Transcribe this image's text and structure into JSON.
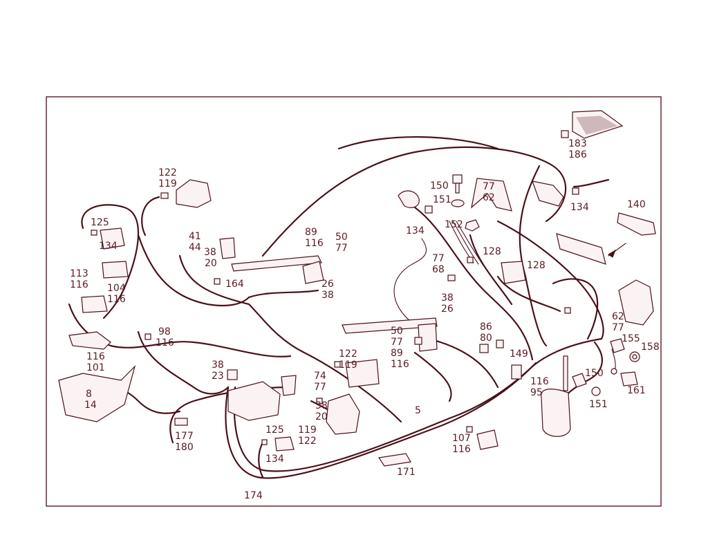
{
  "diagram": {
    "colors": {
      "ink": "#5a1a22",
      "wire": "#4a1018",
      "paper": "#ffffff"
    },
    "labels": {
      "l183": "183",
      "l186": "186",
      "l150a": "150",
      "l151a": "151",
      "l77a": "77",
      "l62a": "62",
      "l134a": "134",
      "l140": "140",
      "l122a": "122",
      "l119a": "119",
      "l125a": "125",
      "l134b": "134",
      "l41": "41",
      "l44": "44",
      "l38a": "38",
      "l20a": "20",
      "l89a": "89",
      "l116a": "116",
      "l50a": "50",
      "l77b": "77",
      "l134c": "134",
      "l152": "152",
      "l128a": "128",
      "l128b": "128",
      "l113": "113",
      "l116b": "116",
      "l104": "104",
      "l116c": "116",
      "l164": "164",
      "l26a": "26",
      "l38b": "38",
      "l77c": "77",
      "l68": "68",
      "l38c": "38",
      "l26b": "26",
      "l62b": "62",
      "l77d": "77",
      "l155": "155",
      "l158": "158",
      "l98": "98",
      "l116d": "116",
      "l50b": "50",
      "l77e": "77",
      "l89b": "89",
      "l116e": "116",
      "l86": "86",
      "l80": "80",
      "l149": "149",
      "l122b": "122",
      "l119b": "119",
      "l116f": "116",
      "l101": "101",
      "l38d": "38",
      "l23": "23",
      "l74": "74",
      "l77f": "77",
      "l8": "8",
      "l14": "14",
      "l38e": "38",
      "l20b": "20",
      "l116g": "116",
      "l95": "95",
      "l150b": "150",
      "l151b": "151",
      "l161": "161",
      "l5": "5",
      "l177": "177",
      "l180": "180",
      "l125b": "125",
      "l119c": "119",
      "l122c": "122",
      "l134d": "134",
      "l107": "107",
      "l116h": "116",
      "l171": "171",
      "l174": "174"
    }
  }
}
